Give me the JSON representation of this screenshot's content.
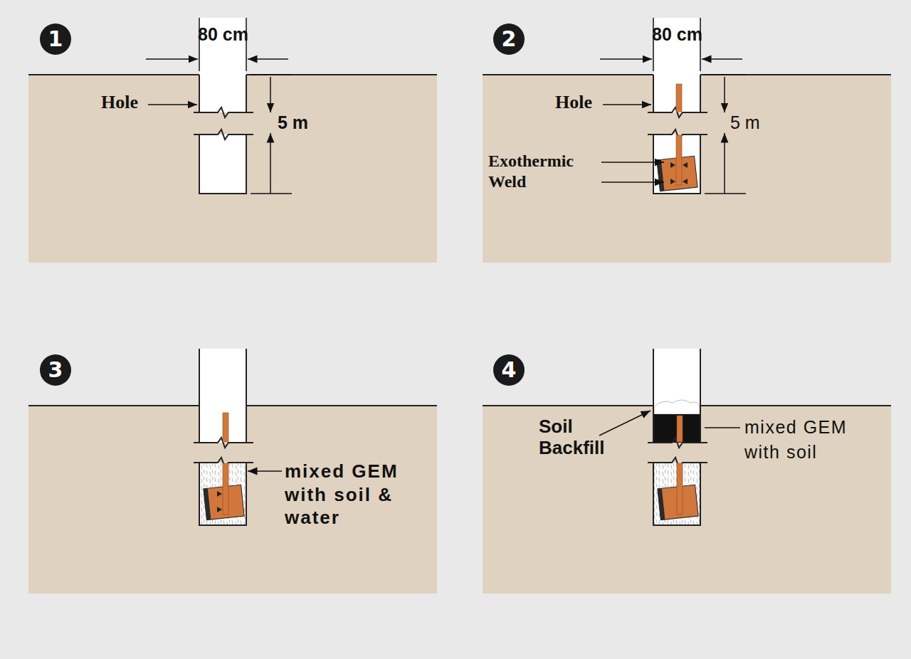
{
  "diagram": {
    "nodes": [
      {
        "text": [
          "1"
        ]
      },
      {
        "text": [
          "2"
        ]
      },
      {
        "text": [
          "3"
        ]
      },
      {
        "text": [
          "4"
        ]
      }
    ],
    "labels": [
      "80 cm",
      "Hole",
      "5 m",
      "80 cm",
      "Hole",
      "Exothermic Weld",
      "5 m",
      "mixed GEM with soil & water",
      "Soil Backfill",
      "mixed GEM with soil"
    ]
  }
}
